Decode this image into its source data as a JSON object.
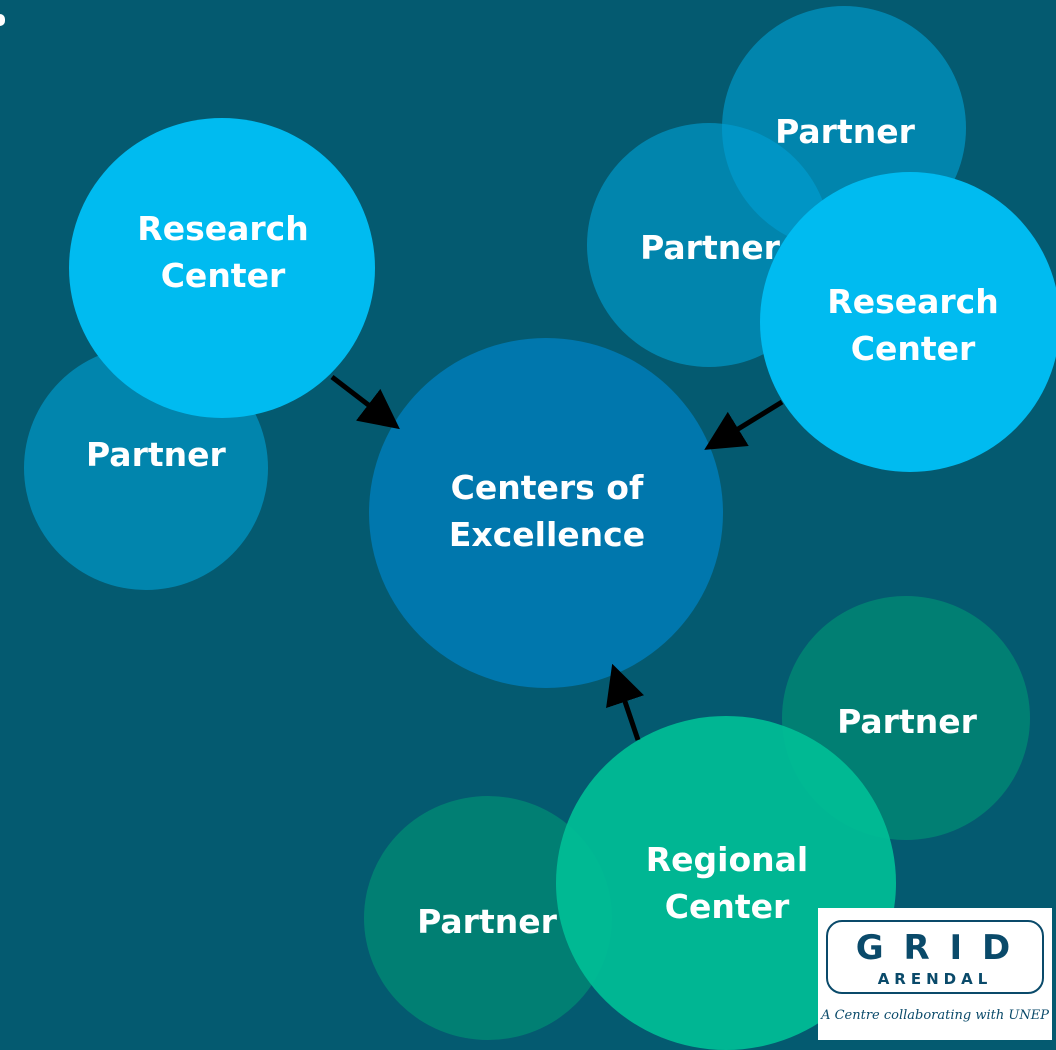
{
  "nodes": {
    "partner_top_right": "Partner",
    "partner_upper_middle": "Partner",
    "research_center_left": "Research\nCenter",
    "partner_left": "Partner",
    "research_center_right": "Research\nCenter",
    "centers_of_excellence": "Centers of\nExcellence",
    "partner_bottom_right": "Partner",
    "partner_bottom_left": "Partner",
    "regional_center": "Regional\nCenter"
  },
  "logo": {
    "letters": "G R I D",
    "subtitle": "ARENDAL",
    "tagline": "A Centre collaborating with UNEP"
  },
  "colors": {
    "background": "#045a70",
    "research_center": "#00bbf0",
    "hub": "#0077ad",
    "partner_blue": "#00a0d4",
    "partner_green": "#009e76",
    "regional_center": "#00be96",
    "arrow": "#000000"
  }
}
